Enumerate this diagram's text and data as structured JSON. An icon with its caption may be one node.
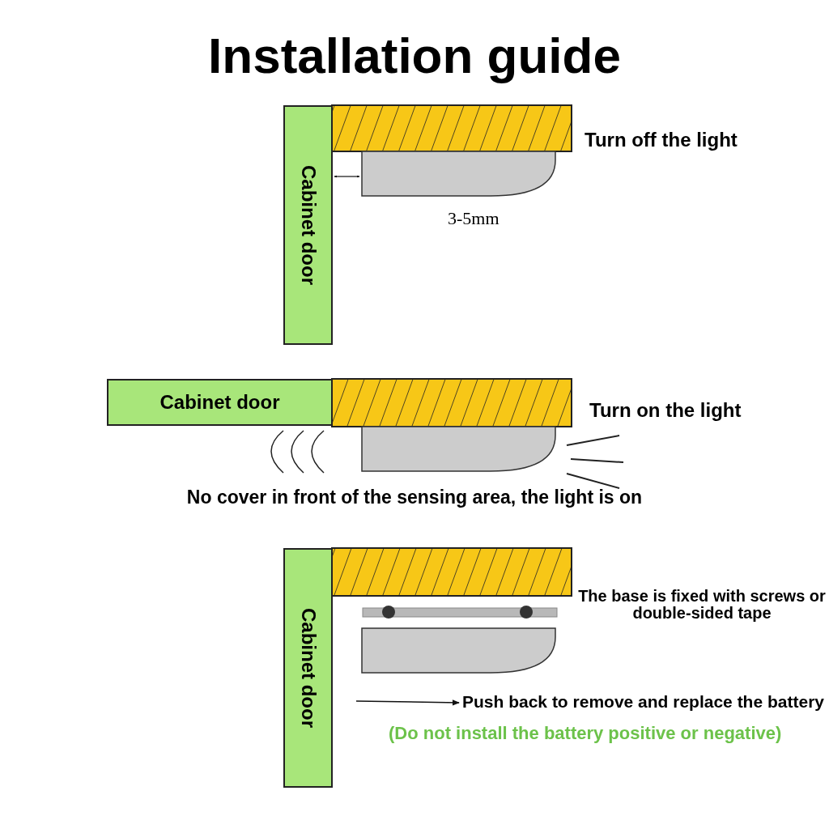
{
  "diagram": {
    "title": "Installation guide",
    "nodes": [
      {
        "text": [
          "Cabinet door"
        ]
      },
      {
        "text": [
          "Cabinet door"
        ]
      },
      {
        "text": [
          "Cabinet door"
        ]
      }
    ],
    "edges": [],
    "labels": [
      "Turn off the light",
      "3-5mm",
      "Turn on the light",
      "No cover in front of the sensing area, the light is on",
      "The base is fixed with screws or double-sided tape",
      "Push back to remove and replace the battery",
      "(Do not install the battery positive or negative)"
    ]
  }
}
